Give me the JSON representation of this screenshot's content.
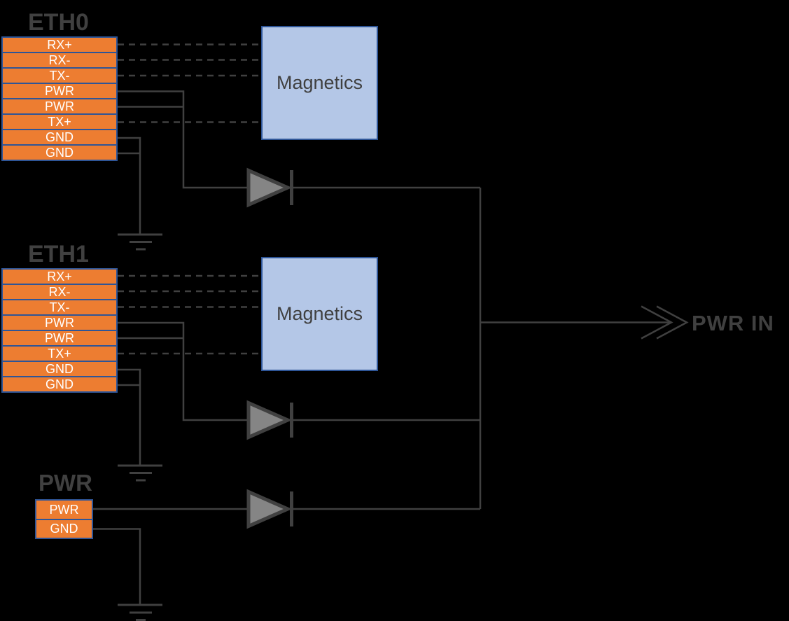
{
  "connectors": {
    "eth0": {
      "label": "ETH0",
      "pins": [
        "RX+",
        "RX-",
        "TX-",
        "PWR",
        "PWR",
        "TX+",
        "GND",
        "GND"
      ]
    },
    "eth1": {
      "label": "ETH1",
      "pins": [
        "RX+",
        "RX-",
        "TX-",
        "PWR",
        "PWR",
        "TX+",
        "GND",
        "GND"
      ]
    },
    "pwr": {
      "label": "PWR",
      "pins": [
        "PWR",
        "GND"
      ]
    }
  },
  "blocks": {
    "magnetics1": {
      "label": "Magnetics"
    },
    "magnetics2": {
      "label": "Magnetics"
    }
  },
  "output": {
    "label": "PWR IN"
  },
  "icons": {
    "diode": "triangle-with-cathode-bar",
    "ground": "three-bar-ground-symbol",
    "pwr_in_arrow": "double-chevron-right"
  },
  "colors": {
    "background": "#000000",
    "pin_fill": "#ED7D31",
    "pin_border": "#2E5597",
    "pin_text": "#FFFFFF",
    "magnetics_fill": "#B4C7E7",
    "magnetics_border": "#2E5597",
    "wire": "#404040",
    "diode_fill": "#858585",
    "diode_stroke": "#404040",
    "label_text": "#404040"
  }
}
